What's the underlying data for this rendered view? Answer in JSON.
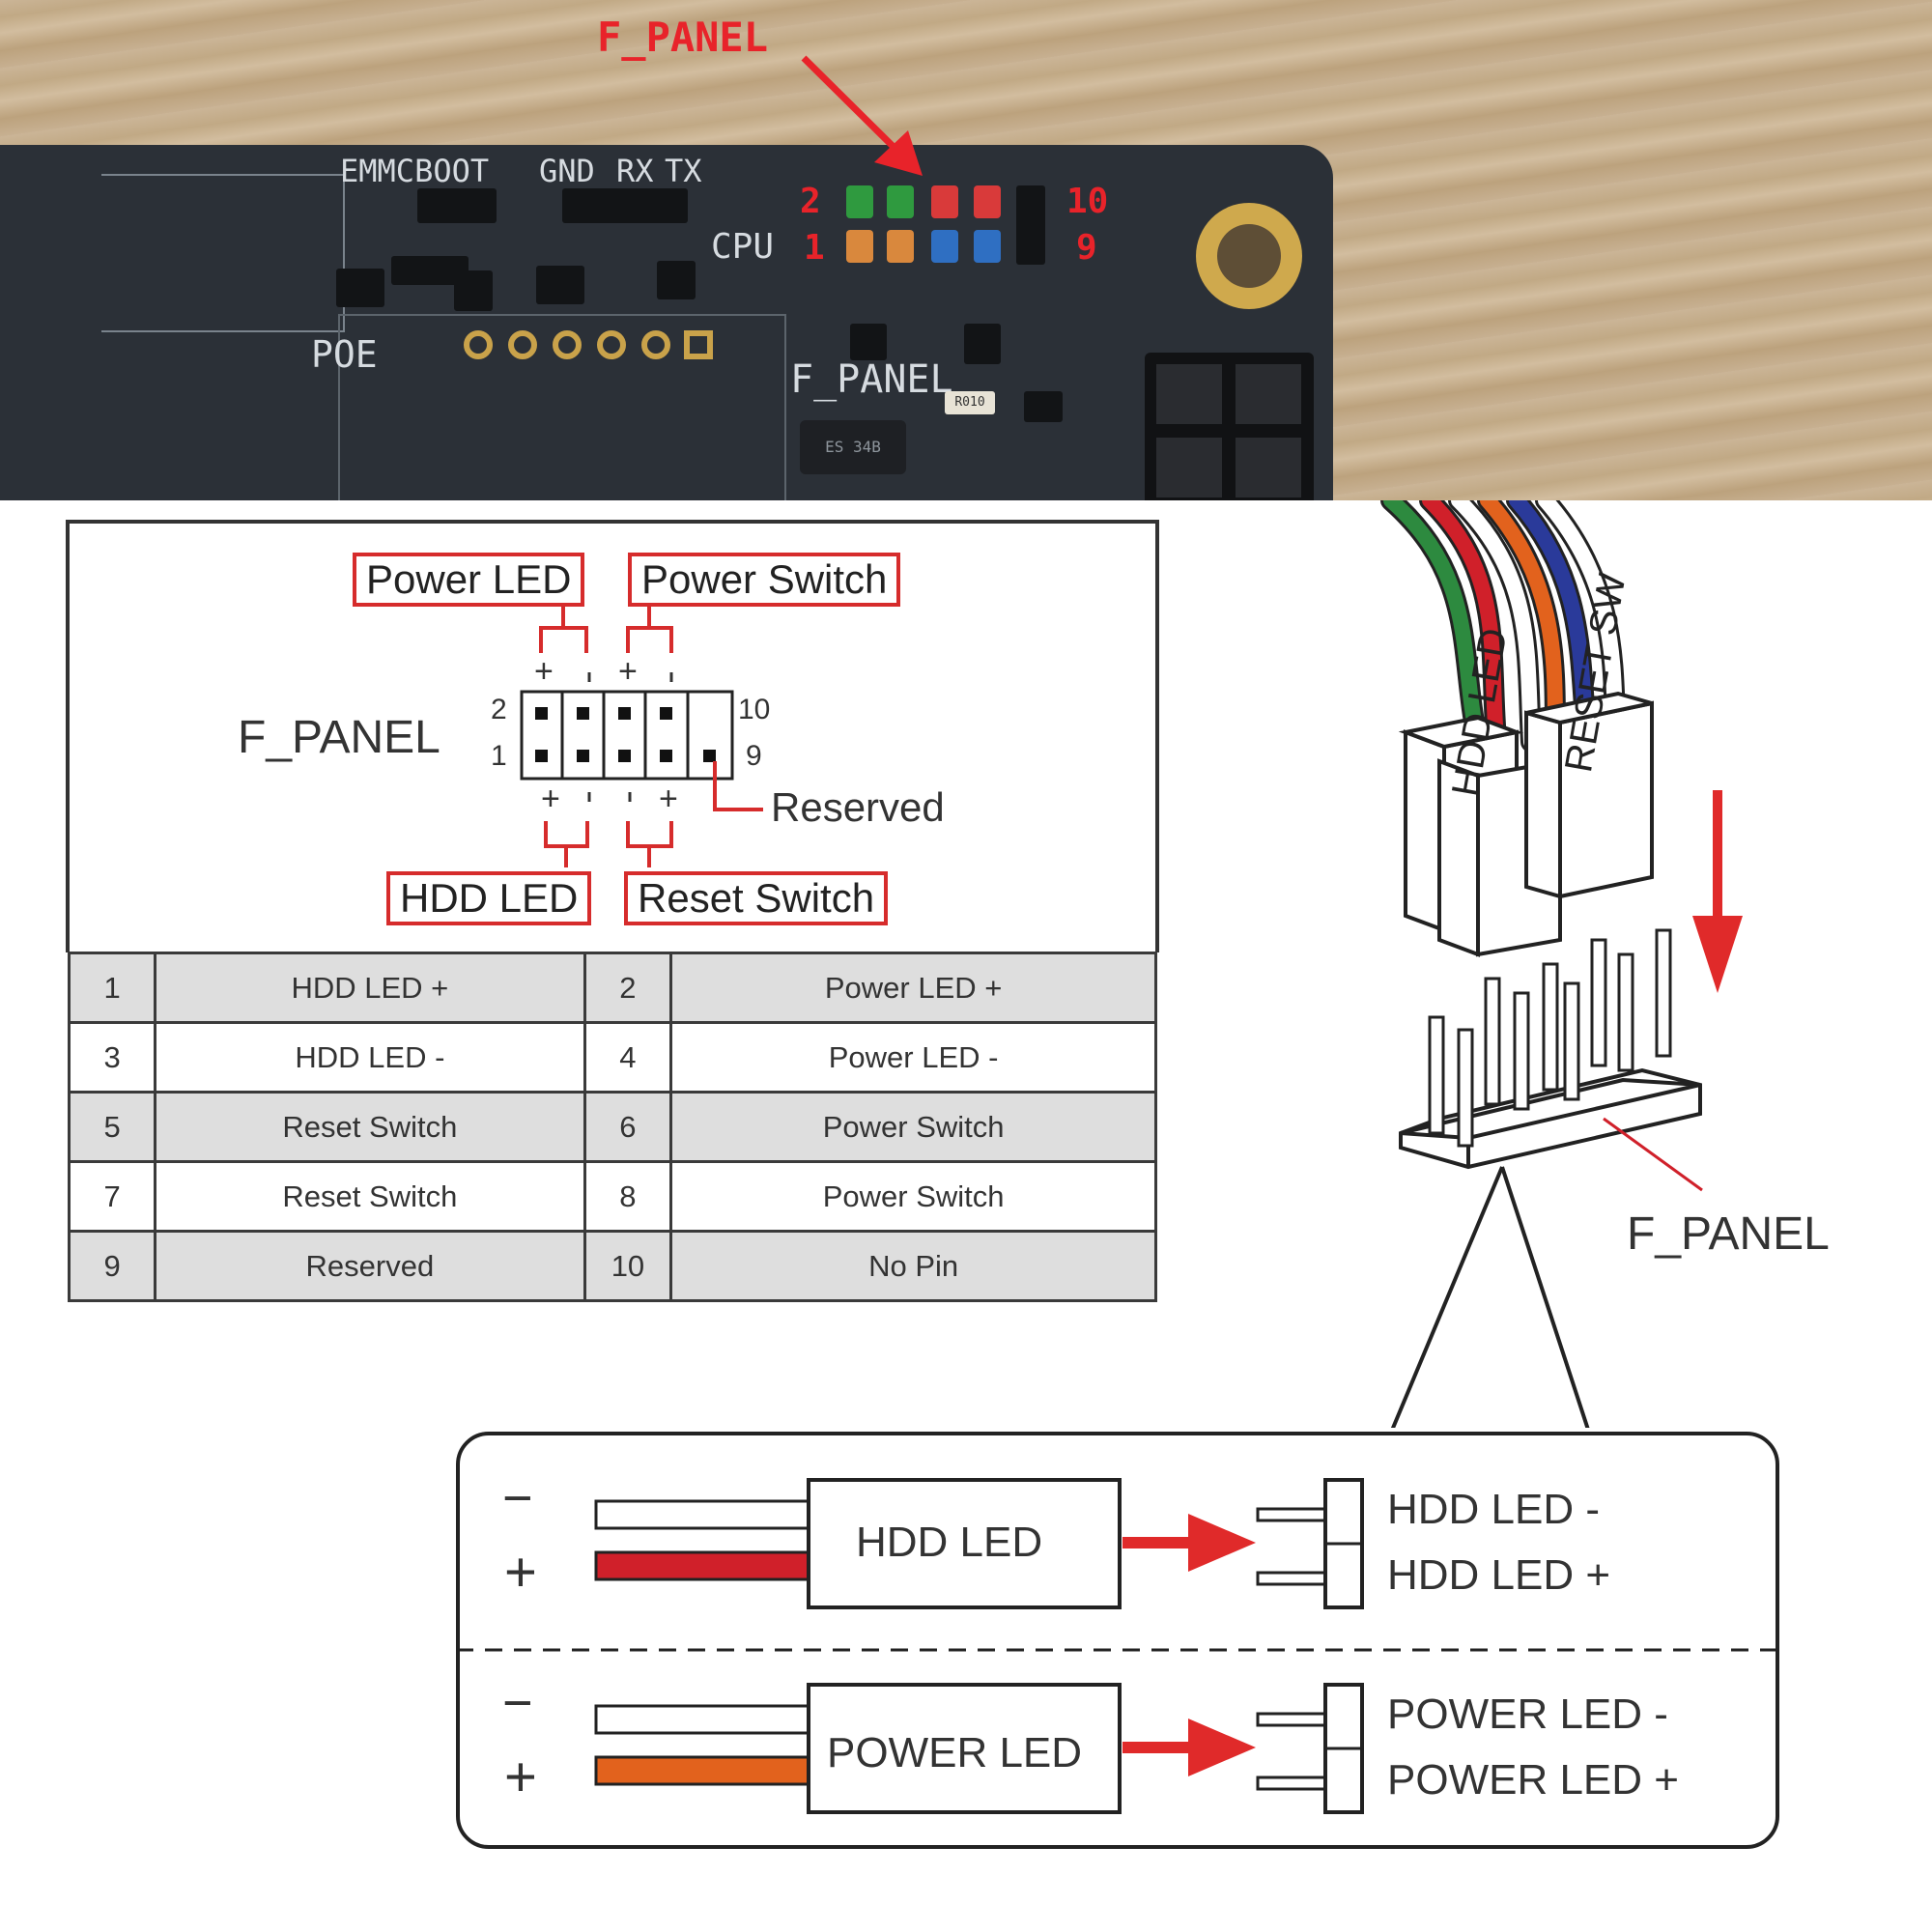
{
  "photo": {
    "callout_label": "F_PANEL",
    "silk": {
      "emmcboot": "EMMCBOOT",
      "gnd": "GND",
      "rx": "RX",
      "tx": "TX",
      "cpu": "CPU",
      "poe": "POE",
      "f_panel": "F_PANEL",
      "resistor": "R010",
      "chip": "ES 34B"
    },
    "pin_labels": {
      "p2": "2",
      "p1": "1",
      "p10": "10",
      "p9": "9"
    },
    "cap_colors": {
      "green": "#2f9a3f",
      "orange": "#d9883d",
      "red": "#d93a3a",
      "blue": "#2f6fc2"
    }
  },
  "pinout": {
    "title": "F_PANEL",
    "power_led": "Power LED",
    "power_switch": "Power Switch",
    "hdd_led": "HDD LED",
    "reset_switch": "Reset Switch",
    "reserved": "Reserved",
    "pin_nums": {
      "p2": "2",
      "p1": "1",
      "p10": "10",
      "p9": "9"
    },
    "plus": "+",
    "minus": "-"
  },
  "table": {
    "rows": [
      [
        "1",
        "HDD LED +",
        "2",
        "Power LED +"
      ],
      [
        "3",
        "HDD LED -",
        "4",
        "Power LED -"
      ],
      [
        "5",
        "Reset Switch",
        "6",
        "Power Switch"
      ],
      [
        "7",
        "Reset Switch",
        "8",
        "Power Switch"
      ],
      [
        "9",
        "Reserved",
        "10",
        "No Pin"
      ]
    ]
  },
  "connector": {
    "hdd_led_text": "HDD LED",
    "reset_sw_text": "RESET SW",
    "f_panel_label": "F_PANEL"
  },
  "wiring": {
    "minus": "−",
    "plus": "+",
    "hdd_led": "HDD LED",
    "hdd_led_minus": "HDD LED -",
    "hdd_led_plus": "HDD LED +",
    "power_led": "POWER LED",
    "power_led_minus": "POWER LED -",
    "power_led_plus": "POWER LED +",
    "colors": {
      "red_wire": "#d0202a",
      "orange_wire": "#e2621d",
      "arrow": "#e02a2a"
    }
  }
}
